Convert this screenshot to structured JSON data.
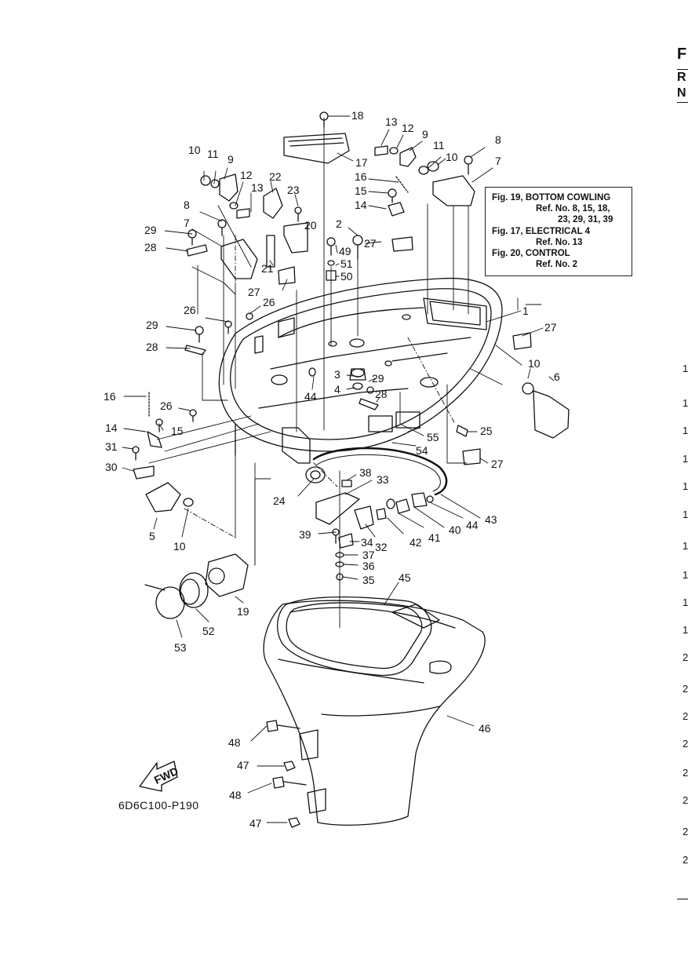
{
  "diagram_code": "6D6C100-P190",
  "fwd_label": "FWD",
  "reference_box": {
    "line1": "Fig. 19, BOTTOM COWLING",
    "line2": "Ref. No. 8, 15, 18,",
    "line3": "23, 29, 31, 39",
    "line4": "Fig. 17, ELECTRICAL 4",
    "line5": "Ref. No. 13",
    "line6": "Fig. 20, CONTROL",
    "line7": "Ref. No. 2"
  },
  "edge_header": {
    "l1": "F",
    "l2": "R",
    "l3": "N"
  },
  "edge_numbers": [
    "1",
    "1",
    "1",
    "1",
    "1",
    "1",
    "1",
    "1",
    "1",
    "1",
    "2",
    "2",
    "2",
    "2",
    "2",
    "2",
    "2",
    "2"
  ],
  "callouts": {
    "c1": "1",
    "c2": "2",
    "c3": "3",
    "c4": "4",
    "c5": "5",
    "c6": "6",
    "c7a": "7",
    "c7b": "7",
    "c8a": "8",
    "c8b": "8",
    "c9a": "9",
    "c9b": "9",
    "c10a": "10",
    "c10b": "10",
    "c10c": "10",
    "c10d": "10",
    "c11a": "11",
    "c11b": "11",
    "c12a": "12",
    "c12b": "12",
    "c13a": "13",
    "c13b": "13",
    "c14a": "14",
    "c14b": "14",
    "c15a": "15",
    "c15b": "15",
    "c16a": "16",
    "c16b": "16",
    "c17": "17",
    "c18": "18",
    "c19": "19",
    "c20": "20",
    "c21": "21",
    "c22": "22",
    "c23": "23",
    "c24": "24",
    "c25": "25",
    "c26a": "26",
    "c26b": "26",
    "c27a": "27",
    "c27b": "27",
    "c27c": "27",
    "c27d": "27",
    "c28a": "28",
    "c28b": "28",
    "c28c": "28",
    "c29a": "29",
    "c29b": "29",
    "c29c": "29",
    "c30": "30",
    "c31": "31",
    "c32": "32",
    "c33": "33",
    "c34": "34",
    "c35": "35",
    "c36": "36",
    "c37": "37",
    "c38": "38",
    "c39": "39",
    "c40": "40",
    "c41": "41",
    "c42": "42",
    "c43": "43",
    "c44a": "44",
    "c44b": "44",
    "c45": "45",
    "c46": "46",
    "c47a": "47",
    "c47b": "47",
    "c48a": "48",
    "c48b": "48",
    "c49": "49",
    "c50": "50",
    "c51": "51",
    "c52": "52",
    "c53": "53",
    "c54": "54",
    "c55": "55"
  }
}
